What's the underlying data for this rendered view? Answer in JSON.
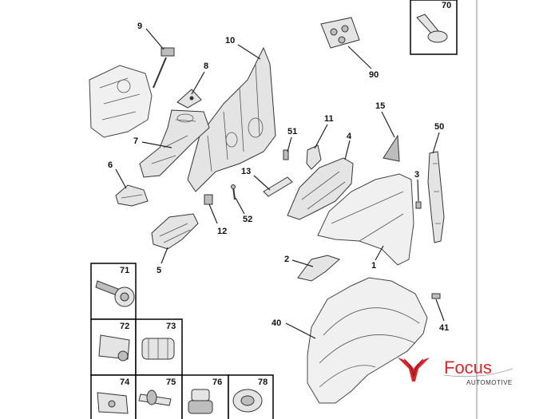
{
  "diagram": {
    "callouts": [
      "9",
      "10",
      "8",
      "7",
      "6",
      "5",
      "12",
      "52",
      "13",
      "51",
      "11",
      "4",
      "15",
      "50",
      "3",
      "1",
      "2",
      "40",
      "41",
      "90",
      "70"
    ],
    "kit_boxes": [
      "70",
      "71",
      "72",
      "73",
      "74",
      "75",
      "76",
      "78"
    ]
  },
  "logo": {
    "brand": "Focus",
    "tagline": "AUTOMOTIVE",
    "accent_color": "#d6262d"
  }
}
